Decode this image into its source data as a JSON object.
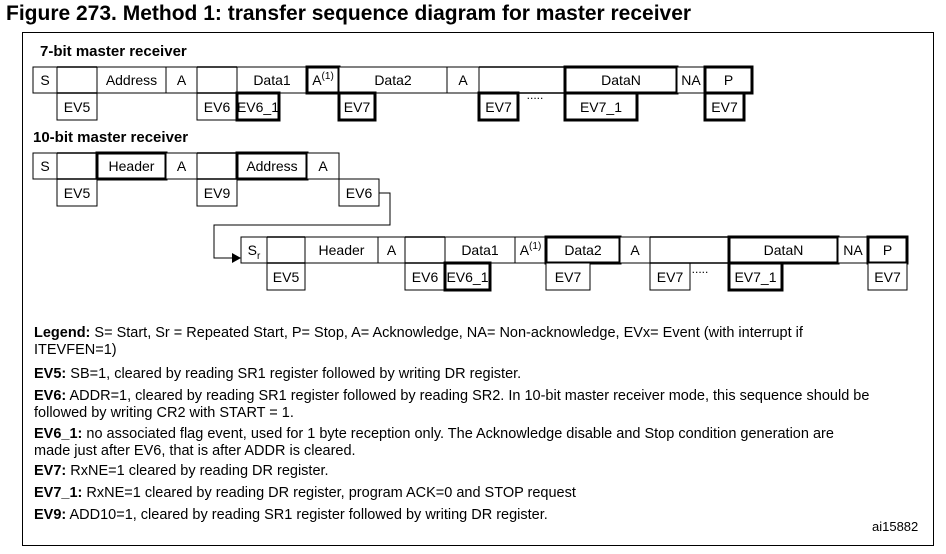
{
  "title": "Figure 273. Method 1: transfer sequence diagram for master receiver",
  "section_7bit": "7-bit master receiver",
  "section_10bit": "10-bit master receiver",
  "rows": [
    {
      "top": [
        [
          "S",
          ""
        ],
        [
          "Address",
          ""
        ],
        [
          "A",
          ""
        ],
        [
          "Data1",
          ""
        ],
        [
          "A",
          "(1)"
        ],
        [
          "Data2",
          ""
        ],
        [
          "A",
          ""
        ],
        [
          "DataN",
          ""
        ],
        [
          "NA",
          ""
        ],
        [
          "P",
          ""
        ]
      ],
      "bottom": [
        "EV5",
        "EV6",
        "EV6_1",
        "EV7",
        "EV7",
        "EV7_1",
        "EV7"
      ],
      "dots": "....."
    },
    {
      "top": [
        [
          "S",
          ""
        ],
        [
          "Header",
          ""
        ],
        [
          "A",
          ""
        ],
        [
          "Address",
          ""
        ],
        [
          "A",
          ""
        ]
      ],
      "bottom": [
        "EV5",
        "EV9",
        "EV6"
      ]
    },
    {
      "top": [
        [
          "S",
          "r"
        ],
        [
          "Header",
          ""
        ],
        [
          "A",
          ""
        ],
        [
          "Data1",
          ""
        ],
        [
          "A",
          "(1)"
        ],
        [
          "Data2",
          ""
        ],
        [
          "A",
          ""
        ],
        [
          "DataN",
          ""
        ],
        [
          "NA",
          ""
        ],
        [
          "P",
          ""
        ]
      ],
      "bottom": [
        "EV5",
        "EV6",
        "EV6_1",
        "EV7",
        "EV7",
        "EV7_1",
        "EV7"
      ],
      "dots": "....."
    }
  ],
  "legend": [
    {
      "key": "Legend:",
      "text": " S= Start, Sr = Repeated Start, P= Stop, A= Acknowledge, NA= Non-acknowledge, EVx= Event (with interrupt if ITEVFEN=1)"
    },
    {
      "key": "EV5:",
      "text": " SB=1, cleared by reading SR1 register followed by writing DR register."
    },
    {
      "key": "EV6:",
      "text": " ADDR=1, cleared by reading SR1 register followed by reading SR2. In 10-bit master receiver mode, this sequence should be followed by writing CR2 with START = 1."
    },
    {
      "key": "EV6_1:",
      "text": " no associated flag event, used for 1 byte reception only. The Acknowledge disable and Stop condition generation are made just after EV6, that is after ADDR is cleared."
    },
    {
      "key": "EV7:",
      "text": " RxNE=1 cleared by reading DR register."
    },
    {
      "key": "EV7_1:",
      "text": " RxNE=1 cleared by reading DR register, program ACK=0 and STOP request"
    },
    {
      "key": "EV9:",
      "text": " ADD10=1, cleared by reading SR1 register followed by writing DR register."
    }
  ],
  "figure_code": "ai15882"
}
